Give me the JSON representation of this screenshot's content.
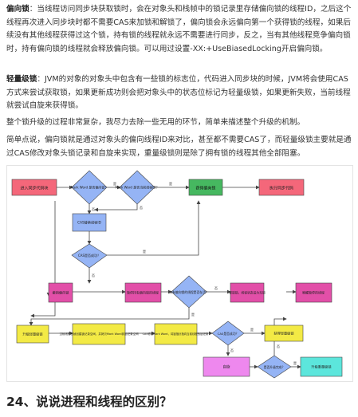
{
  "paragraphs": [
    {
      "bold": "偏向锁",
      "text": "：当线程访问同步块获取锁时，会在对象头和栈帧中的锁记录里存储偏向锁的线程ID，之后这个线程再次进入同步块时都不需要CAS来加锁和解锁了，偏向锁会永远偏向第一个获得锁的线程，如果后续没有其他线程获得过这个锁，持有锁的线程就永远不需要进行同步，反之，当有其他线程竞争偏向锁时，持有偏向锁的线程就会释放偏向锁。可以用过设置-XX:+UseBiasedLocking开启偏向锁。"
    },
    {
      "bold": "轻量级锁",
      "text": "：JVM的对象的对象头中包含有一些锁的标志位，代码进入同步块的时候，JVM将会使用CAS方式来尝试获取锁，如果更新成功则会把对象头中的状态位标记为轻量级锁，如果更新失败，当前线程就尝试自旋来获得锁。"
    },
    {
      "bold": "",
      "text": "整个锁升级的过程非常复杂，我尽力去除一些无用的环节，简单来描述整个升级的机制。"
    },
    {
      "bold": "",
      "text": "简单点说，偏向锁就是通过对象头的偏向线程ID来对比，甚至都不需要CAS了，而轻量级锁主要就是通过CAS修改对象头锁记录和自旋来实现，重量级锁则是除了拥有锁的线程其他全部阻塞。"
    }
  ],
  "flow": {
    "enter": "进入同步代码块",
    "d1": "Mark Word 是否偏向锁？",
    "d2": "Mark Word 是否当前线程ID？",
    "get_lock": "获得偏向锁",
    "exec": "执行同步代码",
    "cas_id": "CAS替换线程ID",
    "d3": "CAS是否成功？",
    "safepoint": "撤销偏向锁",
    "pause": "暂停持有偏向锁的线程",
    "d4": "持有偏向锁的线程是否存活？",
    "unlock": "释放锁，线程状态设为无锁",
    "wake": "唤醒暂停的线程",
    "upgrade": "升级轻量级锁",
    "copy": "当前线程栈帧创建锁记录空间，并拷贝Mark Word到锁记录空间",
    "cas_mark": "CAS修改Mark Word，将锁指针指向当前线程的锁记录",
    "d5": "CAS是否成功？",
    "get_light": "获得轻量级锁",
    "spin": "自旋",
    "d6": "是否升级完成？",
    "heavy": "升级重量级锁",
    "yes": "是",
    "no": "否"
  },
  "heading": "24、说说进程和线程的区别？"
}
